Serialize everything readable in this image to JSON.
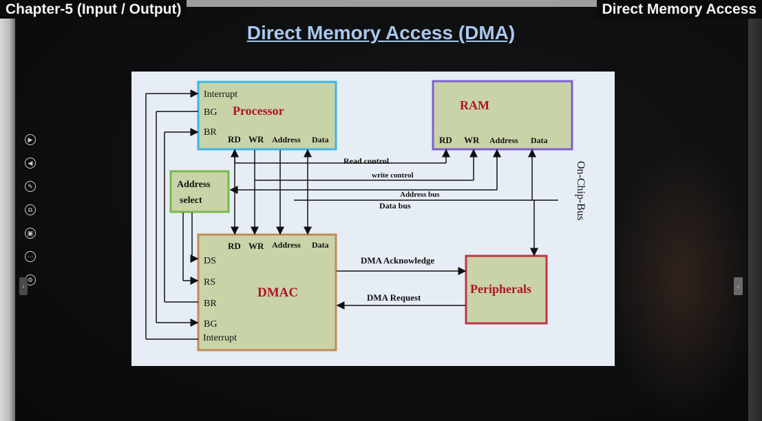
{
  "header": {
    "chapter_label": "Chapter-5 (Input / Output)",
    "topic_label": "Direct Memory Access"
  },
  "slide": {
    "title": "Direct Memory Access (DMA)"
  },
  "toolbar": {
    "icons": [
      "play-icon",
      "back-icon",
      "pen-icon",
      "copy-icon",
      "image-icon",
      "more-icon",
      "settings-icon"
    ]
  },
  "diagram": {
    "processor": {
      "label": "Processor",
      "interrupt": "Interrupt",
      "bg": "BG",
      "br": "BR",
      "rd": "RD",
      "wr": "WR",
      "address": "Address",
      "data": "Data"
    },
    "ram": {
      "label": "RAM",
      "rd": "RD",
      "wr": "WR",
      "address": "Address",
      "data": "Data"
    },
    "address_select": {
      "line1": "Address",
      "line2": "select"
    },
    "dmac": {
      "label": "DMAC",
      "rd": "RD",
      "wr": "WR",
      "address": "Address",
      "data": "Data",
      "ds": "DS",
      "rs": "RS",
      "br": "BR",
      "bg": "BG",
      "interrupt": "Interrupt"
    },
    "peripherals": {
      "label": "Peripherals"
    },
    "bus_labels": {
      "read_control": "Read control",
      "write_control": "write control",
      "address_bus": "Address bus",
      "data_bus": "Data bus",
      "on_chip_bus": "On-Chip-Bus"
    },
    "signals": {
      "dma_ack": "DMA Acknowledge",
      "dma_request": "DMA Request"
    },
    "colors": {
      "processor_border": "#3bb6e4",
      "ram_border": "#7d5fd0",
      "address_select_border": "#79b84a",
      "dmac_border": "#c48a52",
      "peripherals_border": "#c0334a",
      "title_accent": "#a9c8ee",
      "label_red": "#b0122a"
    }
  }
}
